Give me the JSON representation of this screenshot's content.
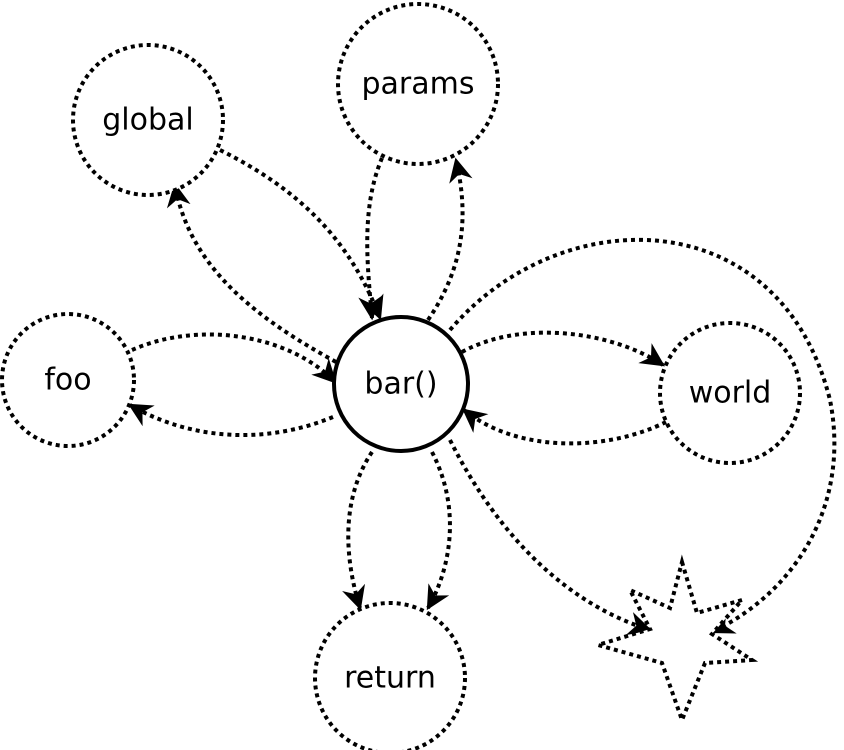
{
  "nodes": {
    "center": {
      "label": "bar()"
    },
    "global": {
      "label": "global"
    },
    "params": {
      "label": "params"
    },
    "foo": {
      "label": "foo"
    },
    "world": {
      "label": "world"
    },
    "ret": {
      "label": "return"
    }
  },
  "edges": [
    {
      "from": "global",
      "to": "bar()"
    },
    {
      "from": "bar()",
      "to": "global"
    },
    {
      "from": "params",
      "to": "bar()"
    },
    {
      "from": "bar()",
      "to": "params"
    },
    {
      "from": "foo",
      "to": "bar()"
    },
    {
      "from": "bar()",
      "to": "foo"
    },
    {
      "from": "bar()",
      "to": "world"
    },
    {
      "from": "world",
      "to": "bar()"
    },
    {
      "from": "bar()",
      "to": "return"
    },
    {
      "from": "bar()",
      "to": "return"
    },
    {
      "from": "bar()",
      "to": "star"
    },
    {
      "from": "bar()",
      "to": "star"
    }
  ],
  "colors": {
    "stroke": "#000000",
    "background": "#ffffff"
  }
}
